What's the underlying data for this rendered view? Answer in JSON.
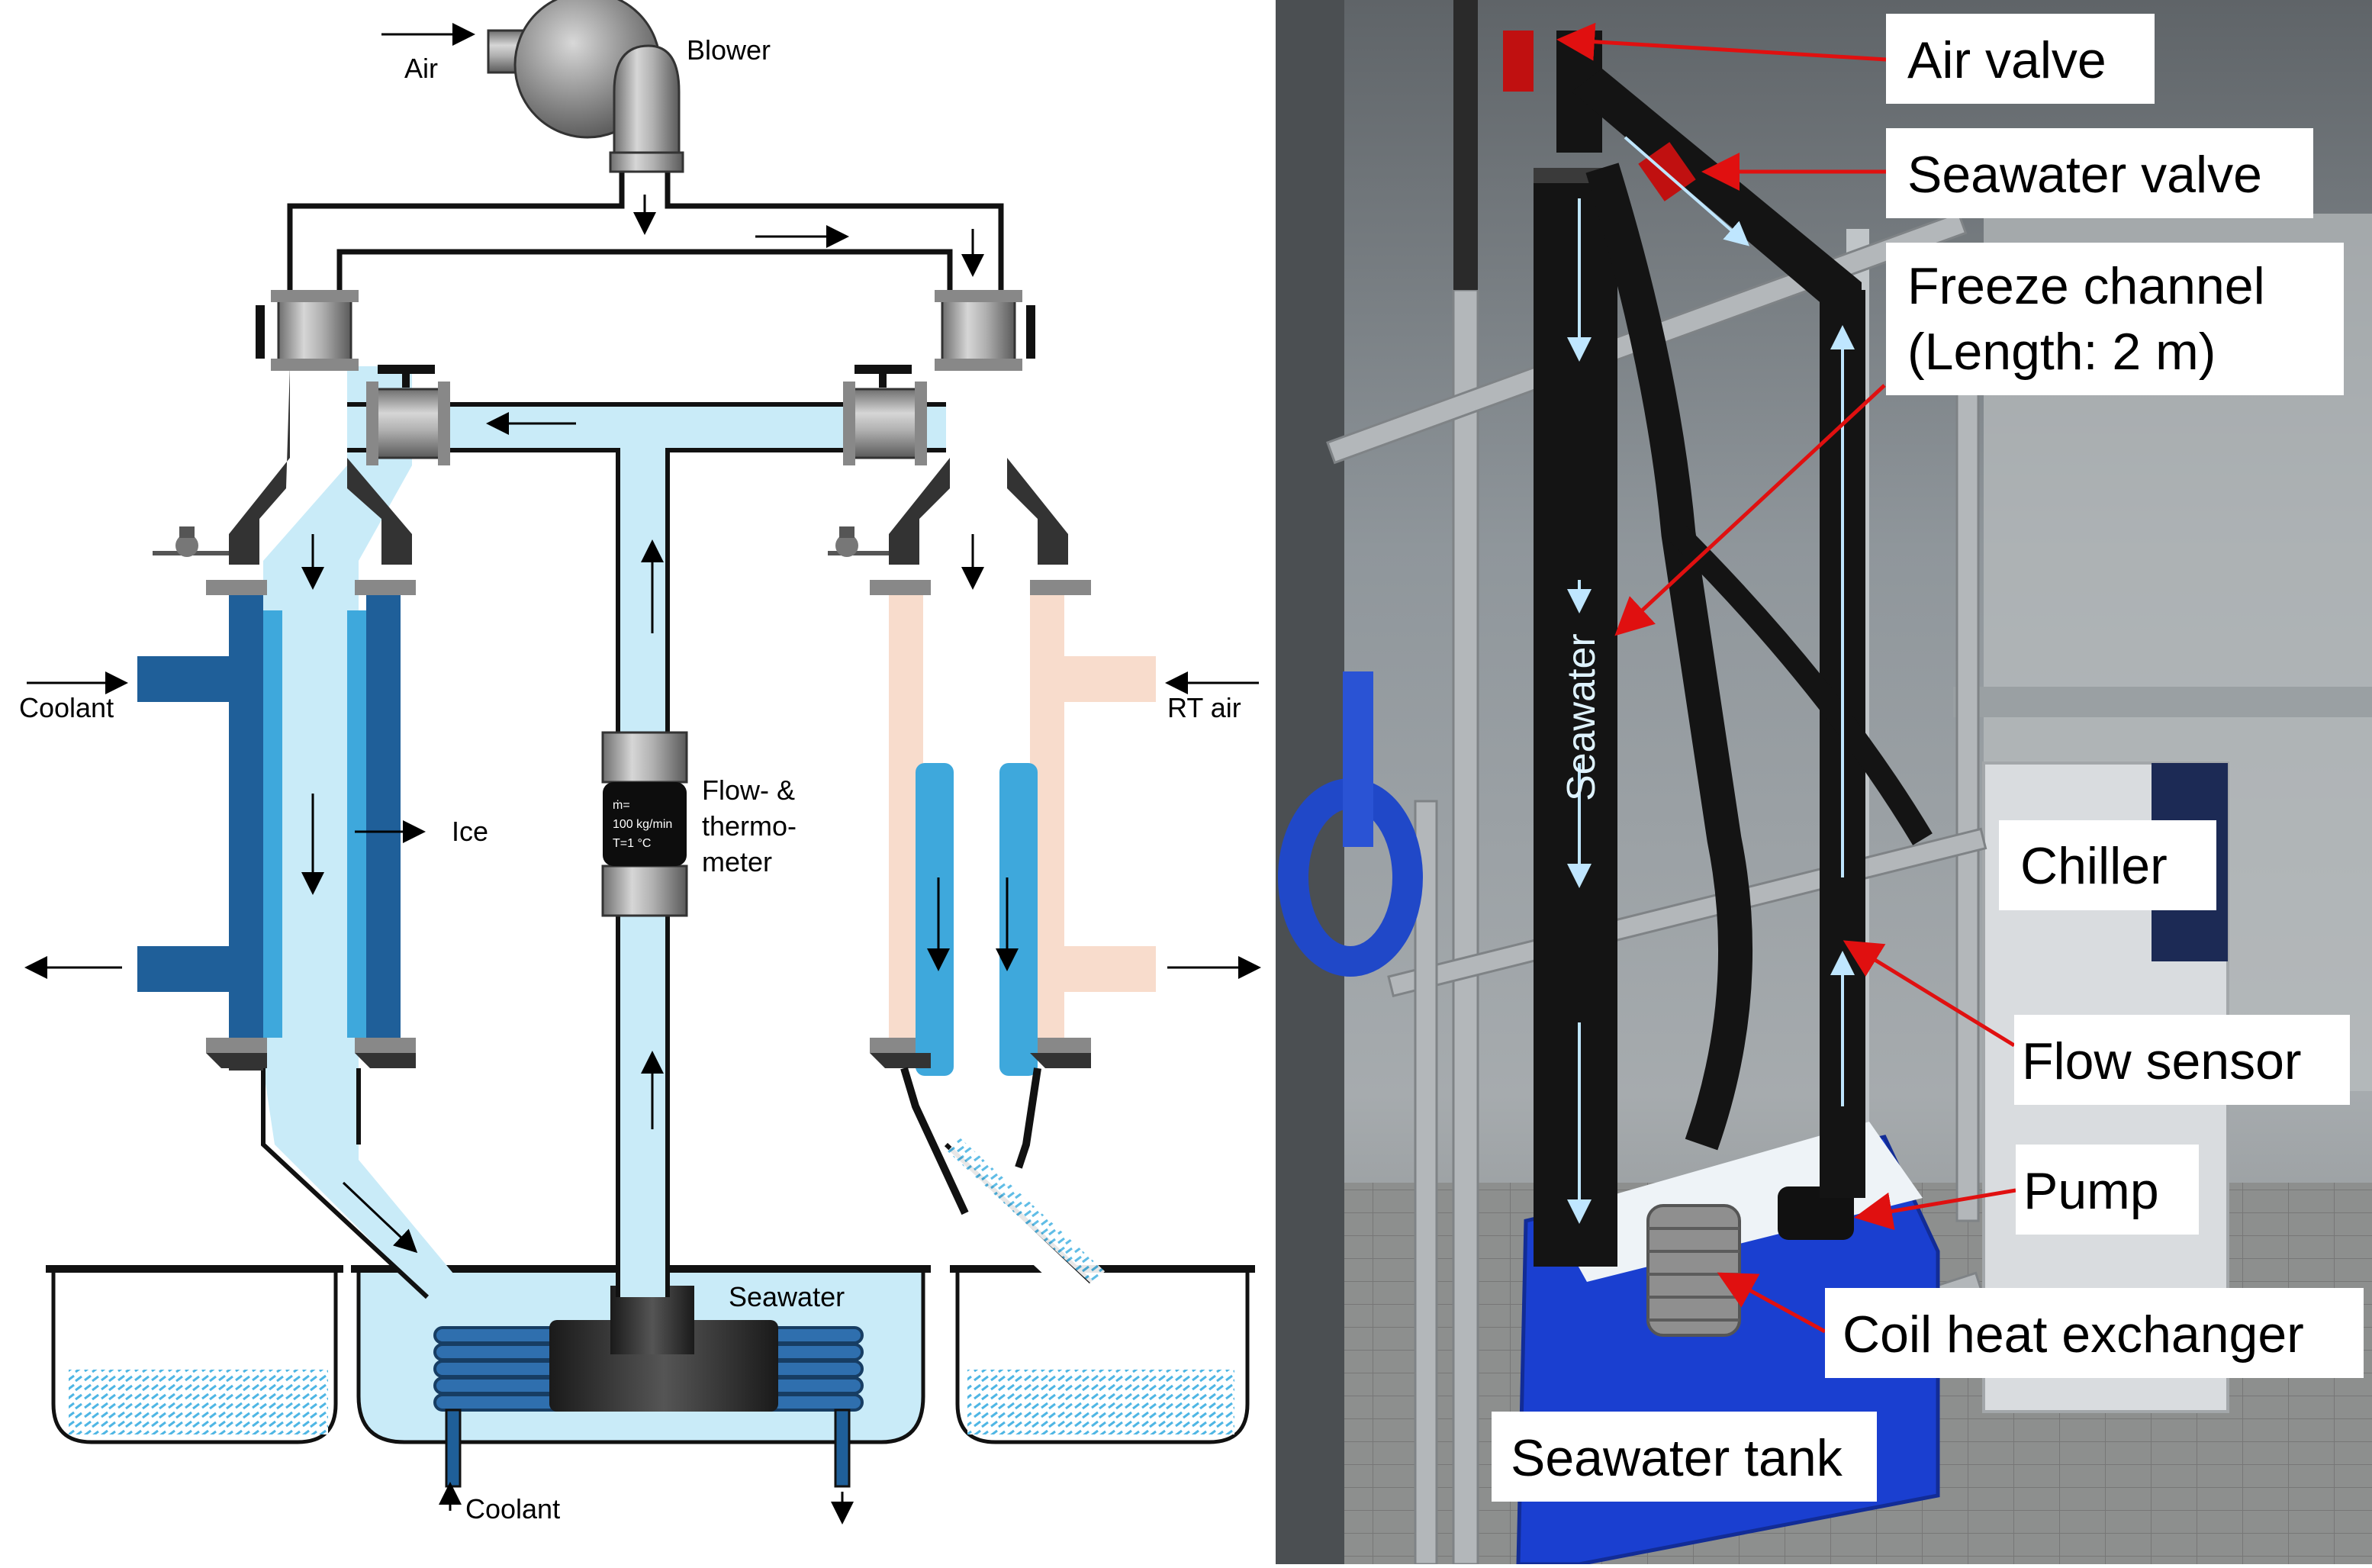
{
  "schematic": {
    "labels": {
      "air": "Air",
      "blower": "Blower",
      "coolant_left": "Coolant",
      "ice": "Ice",
      "flow_line1": "Flow- &",
      "flow_line2": "thermo-",
      "flow_line3": "meter",
      "rt_air": "RT air",
      "seawater": "Seawater",
      "coolant_bottom": "Coolant"
    },
    "meter_display": {
      "line1": "ṁ=",
      "line2": "100 kg/min",
      "line3": "T=1 °C"
    }
  },
  "photo": {
    "callouts": {
      "air_valve": "Air valve",
      "seawater_valve": "Seawater  valve",
      "freeze_line1": "Freeze channel",
      "freeze_line2": "(Length: 2 m)",
      "chiller": "Chiller",
      "flow_sensor": "Flow sensor",
      "pump": "Pump",
      "coil": "Coil heat exchanger",
      "tank": "Seawater  tank"
    },
    "pipe_text": "Seawater"
  },
  "colors": {
    "water": "#c9ebf8",
    "ice": "#3ea8dc",
    "coolant_jacket": "#1f5f99",
    "warm_jacket": "#f8dccc",
    "callout_arrow": "#e01010",
    "pipe_outline": "#111111"
  }
}
